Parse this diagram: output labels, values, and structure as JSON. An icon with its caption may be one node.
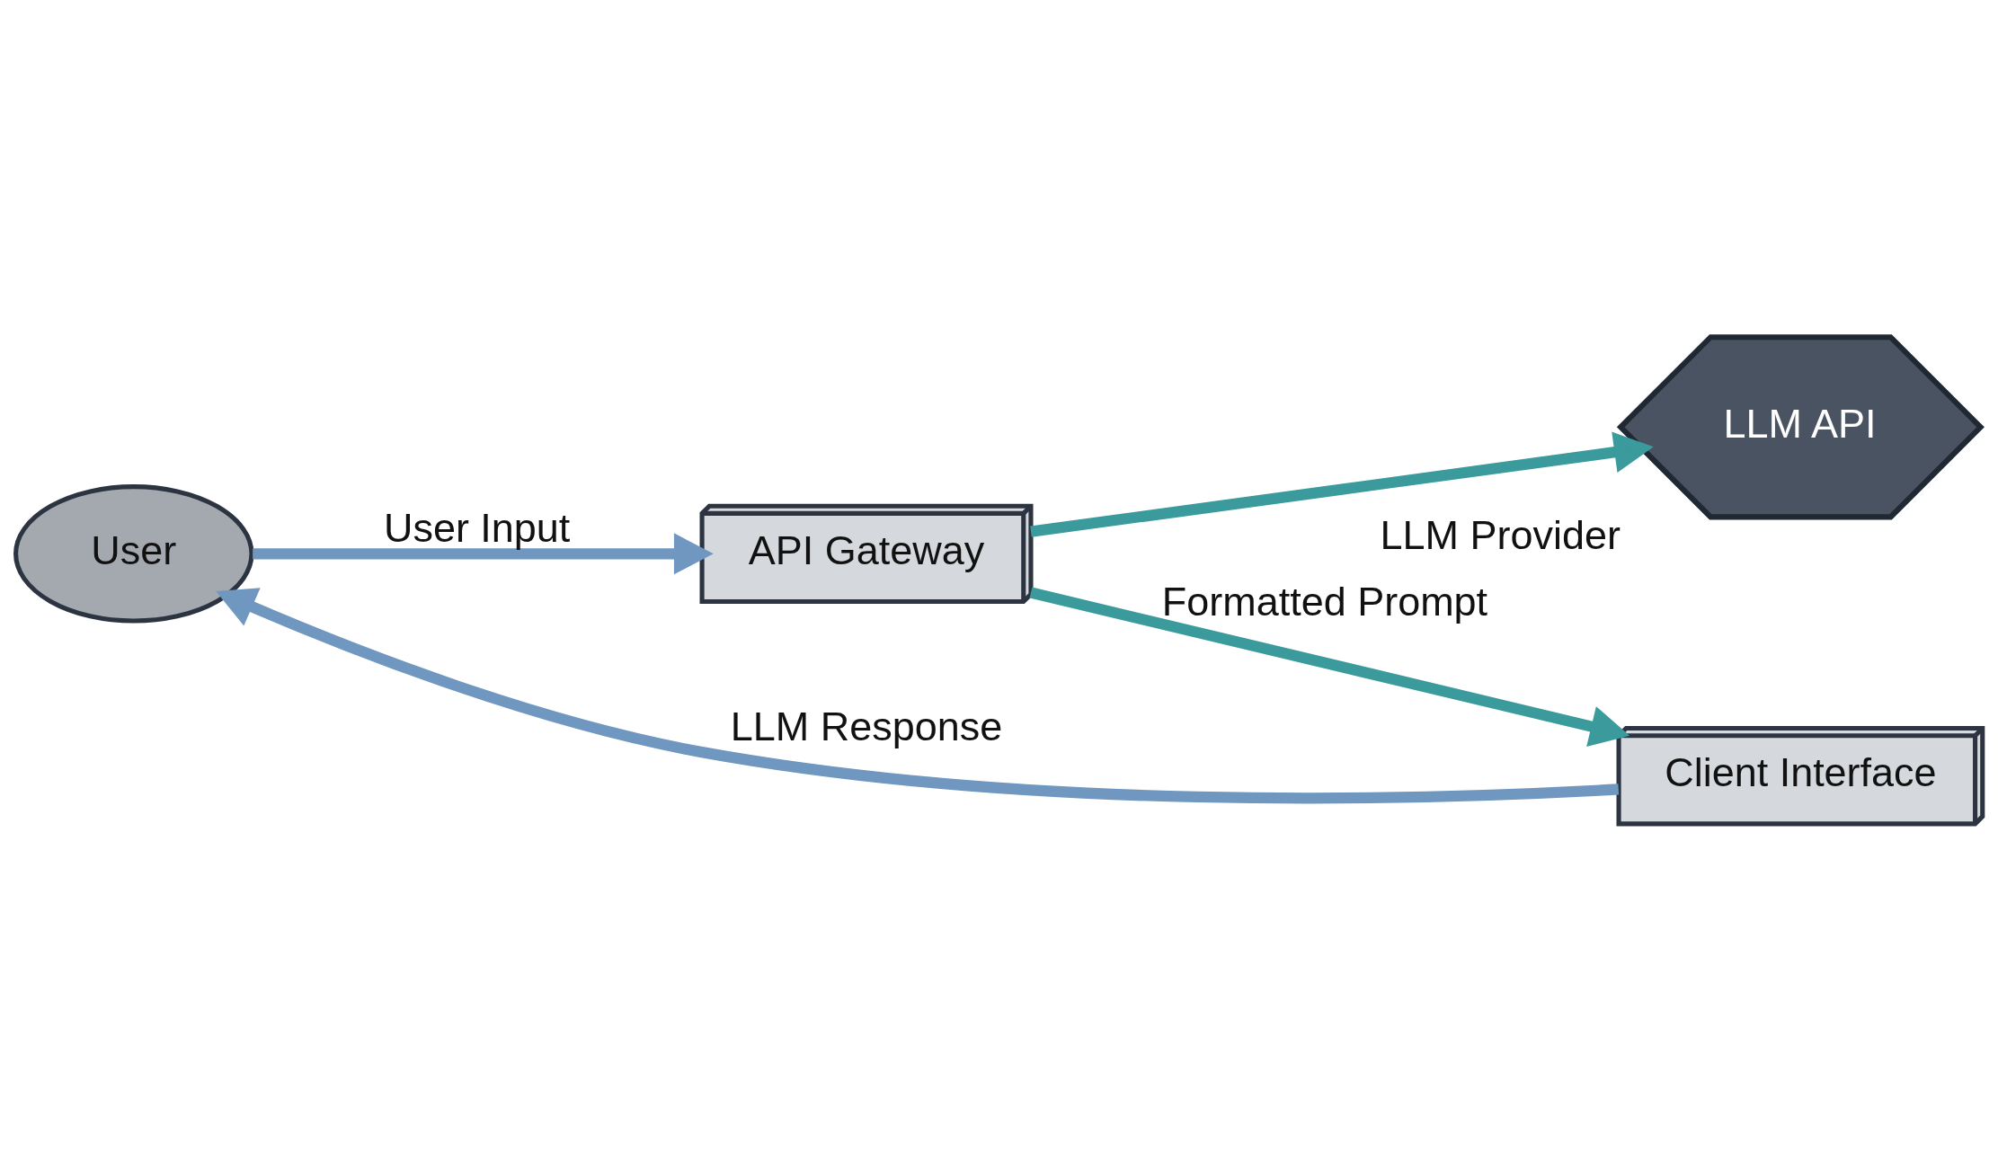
{
  "diagram": {
    "nodes": [
      {
        "text": [
          "User"
        ]
      },
      {
        "text": [
          "API Gateway"
        ]
      },
      {
        "text": [
          "LLM API"
        ],
        "beside": [
          "LLM Provider"
        ]
      },
      {
        "text": [
          "Client Interface"
        ]
      }
    ],
    "edges": [
      {
        "from": 0,
        "to": 1,
        "arrow": "to",
        "label": "User Input",
        "color": "#6f97bf"
      },
      {
        "from": 1,
        "to": 2,
        "arrow": "to",
        "color": "#3a9a9c"
      },
      {
        "from": 1,
        "to": 3,
        "arrow": "to",
        "label": "Formatted Prompt",
        "color": "#3a9a9c"
      },
      {
        "from": 3,
        "to": 0,
        "arrow": "to",
        "label": "LLM Response",
        "color": "#6f97bf"
      }
    ]
  }
}
